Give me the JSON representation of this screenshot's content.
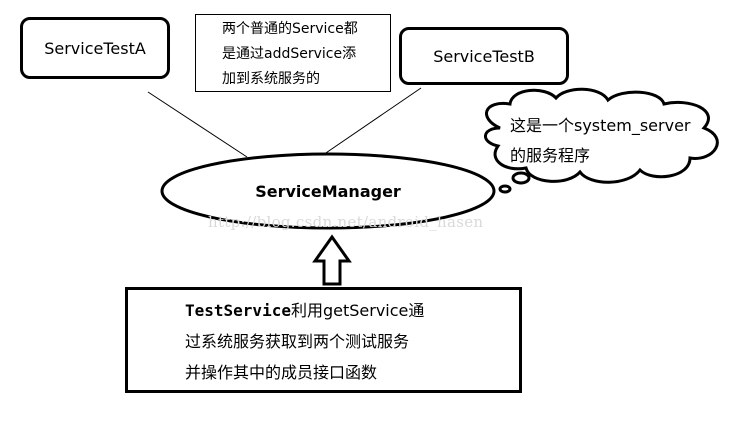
{
  "nodes": {
    "service_a": "ServiceTestA",
    "service_b": "ServiceTestB",
    "service_manager": "ServiceManager"
  },
  "note": {
    "lines": [
      "两个普通的Service都",
      "是通过addService添",
      "加到系统服务的"
    ]
  },
  "cloud": {
    "lines": [
      "这是一个system_server",
      "的服务程序"
    ]
  },
  "test_service": {
    "lines_prefix": "TestService",
    "line1_rest": "利用getService通",
    "line2": "过系统服务获取到两个测试服务",
    "line3": "并操作其中的成员接口函数"
  },
  "watermark": "http://blog.csdn.net/android_hasen"
}
